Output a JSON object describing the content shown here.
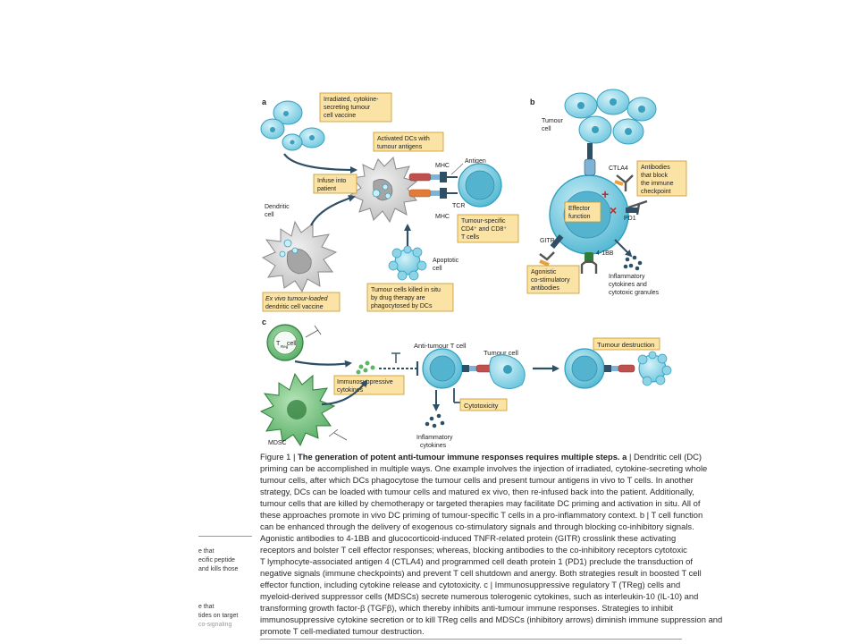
{
  "figure": {
    "panel_a": {
      "letter": "a",
      "label_vaccine": [
        "Irradiated, cytokine-",
        "secreting tumour",
        "cell vaccine"
      ],
      "label_activated": [
        "Activated DCs with",
        "tumour antigens"
      ],
      "label_infuse": [
        "Infuse into",
        "patient"
      ],
      "label_dendritic": [
        "Dendritic",
        "cell"
      ],
      "label_mhc_top": "MHC",
      "label_mhc_bottom": "MHC",
      "label_antigen": "Antigen",
      "label_tcr": "TCR",
      "label_tspecific": [
        "Tumour-specific",
        "CD4⁺ and CD8⁺",
        "T cells"
      ],
      "label_apoptotic": [
        "Apoptotic",
        "cell"
      ],
      "label_exvivo": [
        "Ex vivo tumour-loaded",
        "dendritic cell vaccine"
      ],
      "label_killed": [
        "Tumour cells killed in situ",
        "by drug therapy are",
        "phagocytosed by DCs"
      ]
    },
    "panel_b": {
      "letter": "b",
      "label_tumour": [
        "Tumour",
        "cell"
      ],
      "label_ctla4": "CTLA4",
      "label_block": [
        "Antibodies",
        "that block",
        "the immune",
        "checkpoint"
      ],
      "label_effector": [
        "Effector",
        "function"
      ],
      "label_pd1": "PD1",
      "label_gitr": "GITR",
      "label_41bb": "4-1BB",
      "label_agonistic": [
        "Agonistic",
        "co-stimulatory",
        "antibodies"
      ],
      "label_inflam": [
        "Inflammatory",
        "cytokines and",
        "cytotoxic granules"
      ]
    },
    "panel_c": {
      "letter": "c",
      "label_treg": "cell",
      "label_treg_t": "T",
      "label_treg_sub": "Reg",
      "label_antitumour": "Anti-tumour T cell",
      "label_tumourcell": "Tumour cell",
      "label_destruction": "Tumour destruction",
      "label_immunosupp": [
        "Immunosuppressive",
        "cytokines"
      ],
      "label_cytotox": "Cytotoxicity",
      "label_inflam": [
        "Inflammatory",
        "cytokines"
      ],
      "label_mdsc": "MDSC"
    },
    "colors": {
      "label_box_fill": "#fbe3a6",
      "label_box_stroke": "#c8962a",
      "cell_blue": "#64c5dc",
      "cell_blue_dark": "#2f9fbf",
      "green": "#5fb46a",
      "green_dark": "#2e7d3a",
      "arrow": "#2f4f66"
    }
  },
  "caption": {
    "lead": "Figure 1 | ",
    "title": "The generation of potent anti-tumour immune responses requires multiple steps. a",
    "first_rest": " | Dendritic cell (DC)",
    "lines": [
      "priming can be accomplished in multiple ways. One example involves the injection of irradiated, cytokine-secreting whole",
      "tumour cells, after which DCs phagocytose the tumour cells and present tumour antigens in vivo to T cells. In another",
      "strategy, DCs can be loaded with tumour cells and matured ex vivo, then re-infused back into the patient. Additionally,",
      "tumour cells that are killed by chemotherapy or targeted therapies may facilitate DC priming and activation in situ. All of",
      "these approaches promote in vivo DC priming of tumour-specific T cells in a pro-inflammatory context. b | T cell function",
      "can be enhanced through the delivery of exogenous co-stimulatory signals and through blocking co-inhibitory signals.",
      "Agonistic antibodies to 4-1BB and glucocorticoid-induced TNFR-related protein (GITR) crosslink these activating",
      "receptors and bolster T cell effector responses; whereas, blocking antibodies to the co-inhibitory receptors cytotoxic",
      "T lymphocyte-associated antigen 4 (CTLA4) and programmed cell death protein 1 (PD1) preclude the transduction of",
      "negative signals (immune checkpoints) and prevent T cell shutdown and anergy. Both strategies result in boosted T cell",
      "effector function, including cytokine release and cytotoxicity. c | Immunosuppressive regulatory T (TReg) cells and",
      "myeloid-derived suppressor cells (MDSCs) secrete numerous tolerogenic cytokines, such as interleukin-10 (IL-10) and",
      "transforming growth factor-β (TGFβ), which thereby inhibits anti-tumour immune responses. Strategies to inhibit",
      "immunosuppressive cytokine secretion or to kill TReg cells and MDSCs (inhibitory arrows) diminish immune suppression and",
      "promote T cell-mediated tumour destruction."
    ]
  },
  "side_fragments": [
    "e that",
    "ecific peptide",
    "and kills those",
    "",
    "e that",
    "tides on target",
    "co-signaling"
  ]
}
